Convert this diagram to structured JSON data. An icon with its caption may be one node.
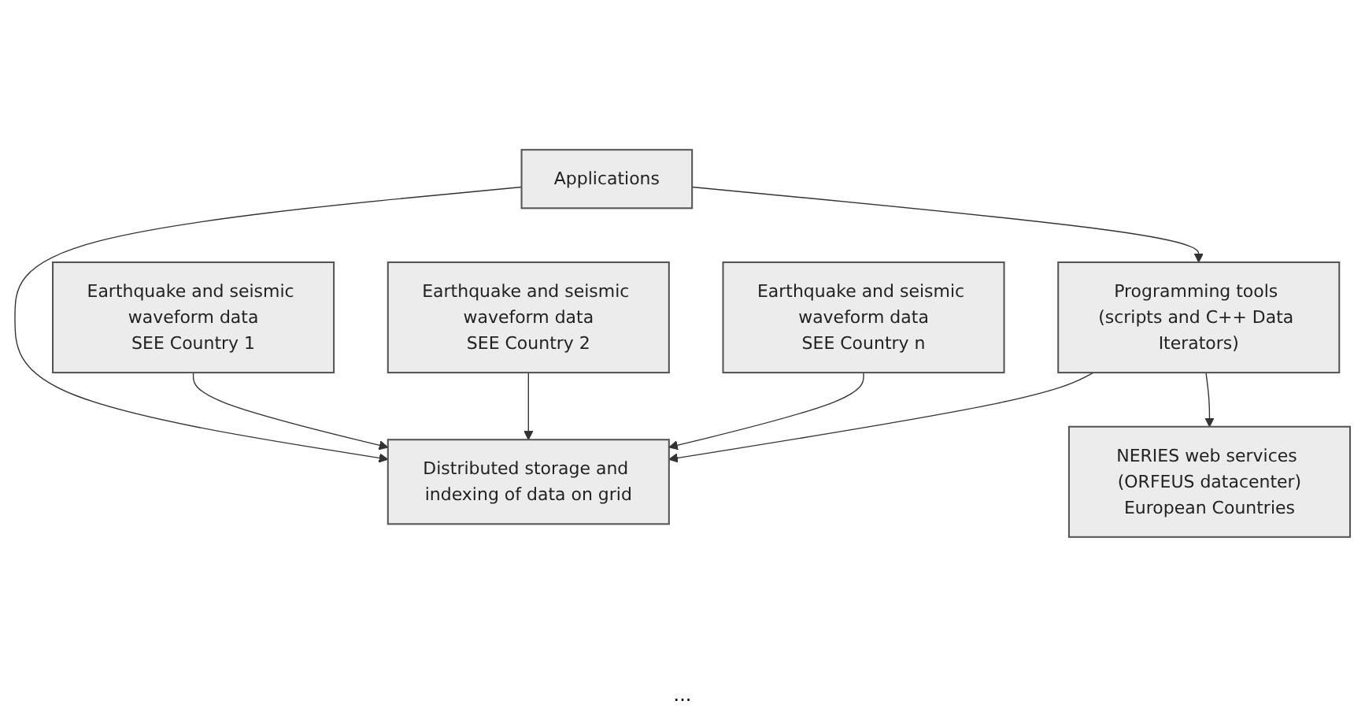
{
  "diagram": {
    "nodes": [
      {
        "text": [
          "Applications"
        ]
      },
      {
        "text": [
          "Programming tools (scripts and C++ Data Iterators)"
        ]
      },
      {
        "text": [
          "Distributed storage and indexing of data on grid"
        ]
      },
      {
        "text": [
          "Earthquake and seismic waveform data",
          "SEE Country 1"
        ]
      },
      {
        "text": [
          "Earthquake and seismic waveform data",
          "SEE Country 2"
        ]
      },
      {
        "text": [
          "Earthquake and seismic waveform data",
          "SEE Country n"
        ]
      },
      {
        "text": [
          "NERIES web services (ORFEUS datacenter)",
          "European Countries"
        ]
      }
    ],
    "edges": [
      {
        "from": 0,
        "to": 2,
        "arrow": "to"
      },
      {
        "from": 0,
        "to": 1,
        "arrow": "to"
      },
      {
        "from": 1,
        "to": 2,
        "arrow": "to"
      },
      {
        "from": 1,
        "to": 6,
        "arrow": "to"
      },
      {
        "from": 3,
        "to": 2,
        "arrow": "to"
      },
      {
        "from": 4,
        "to": 2,
        "arrow": "to"
      },
      {
        "from": 5,
        "to": 2,
        "arrow": "to"
      }
    ],
    "labels": [
      "..."
    ]
  }
}
